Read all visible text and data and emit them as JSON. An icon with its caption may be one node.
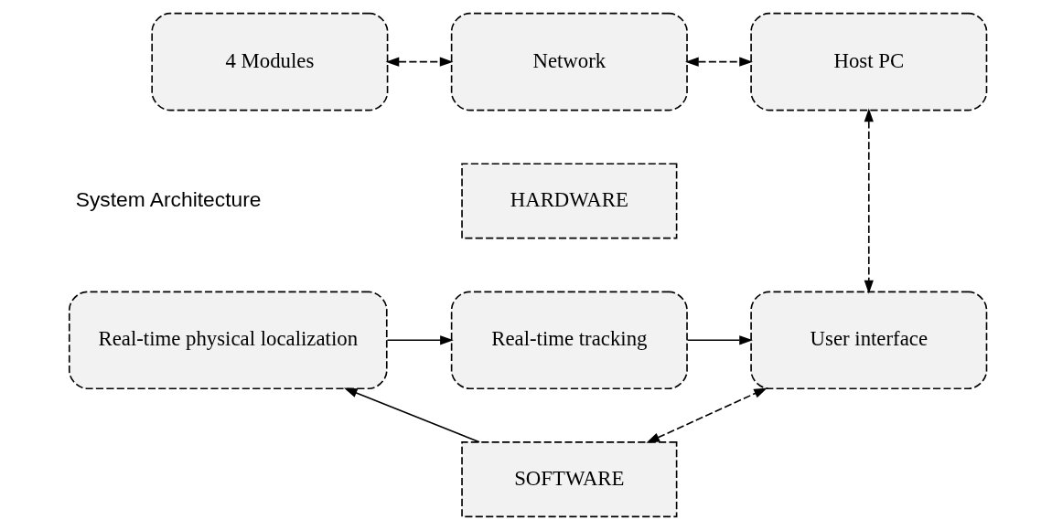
{
  "diagram": {
    "nodes": [
      {
        "text": [
          "4 Modules"
        ]
      },
      {
        "text": [
          "Network"
        ]
      },
      {
        "text": [
          "Host PC"
        ]
      },
      {
        "text": [
          "HARDWARE"
        ]
      },
      {
        "text": [
          "Real-time physical localization"
        ]
      },
      {
        "text": [
          "Real-time tracking"
        ]
      },
      {
        "text": [
          "User interface"
        ]
      },
      {
        "text": [
          "SOFTWARE"
        ]
      }
    ],
    "edges": [
      {
        "from": 0,
        "to": 1,
        "arrow": "both",
        "style": "dashed"
      },
      {
        "from": 1,
        "to": 2,
        "arrow": "both",
        "style": "dashed"
      },
      {
        "from": 2,
        "to": 6,
        "arrow": "both",
        "style": "dashed"
      },
      {
        "from": 4,
        "to": 5,
        "arrow": "to"
      },
      {
        "from": 5,
        "to": 6,
        "arrow": "to"
      },
      {
        "from": 7,
        "to": 4,
        "arrow": "to"
      },
      {
        "from": 7,
        "to": 6,
        "arrow": "both",
        "style": "dashed"
      }
    ],
    "labels": [
      "System Architecture"
    ]
  }
}
